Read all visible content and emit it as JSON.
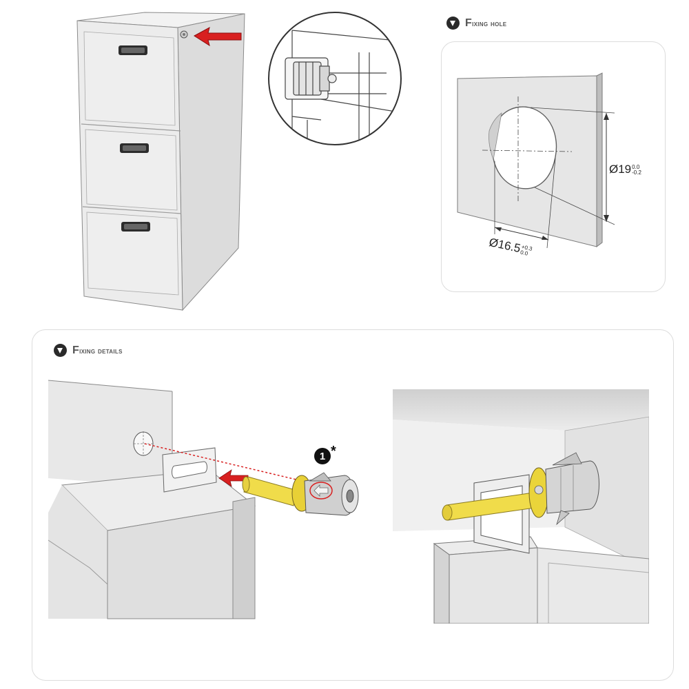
{
  "fixing_hole": {
    "title_initial": "F",
    "title_rest": "ixing hole",
    "dimension_height": {
      "symbol": "Ø19",
      "tol_upper": "0.0",
      "tol_lower": "-0.2"
    },
    "dimension_width": {
      "symbol": "Ø16.5",
      "tol_upper": "+0.3",
      "tol_lower": "0.0"
    }
  },
  "fixing_details": {
    "title_initial": "F",
    "title_rest": "ixing details",
    "step_number": "1",
    "step_marker": "*"
  },
  "colors": {
    "arrow_red": "#d82020",
    "lock_yellow": "#f0dc4a",
    "cabinet_grey": "#e9e9e9",
    "outline": "#555555",
    "badge_dark": "#2a2a2a"
  },
  "icons": [
    "warning-triangle-icon",
    "red-arrow-icon",
    "cam-lock-icon"
  ]
}
